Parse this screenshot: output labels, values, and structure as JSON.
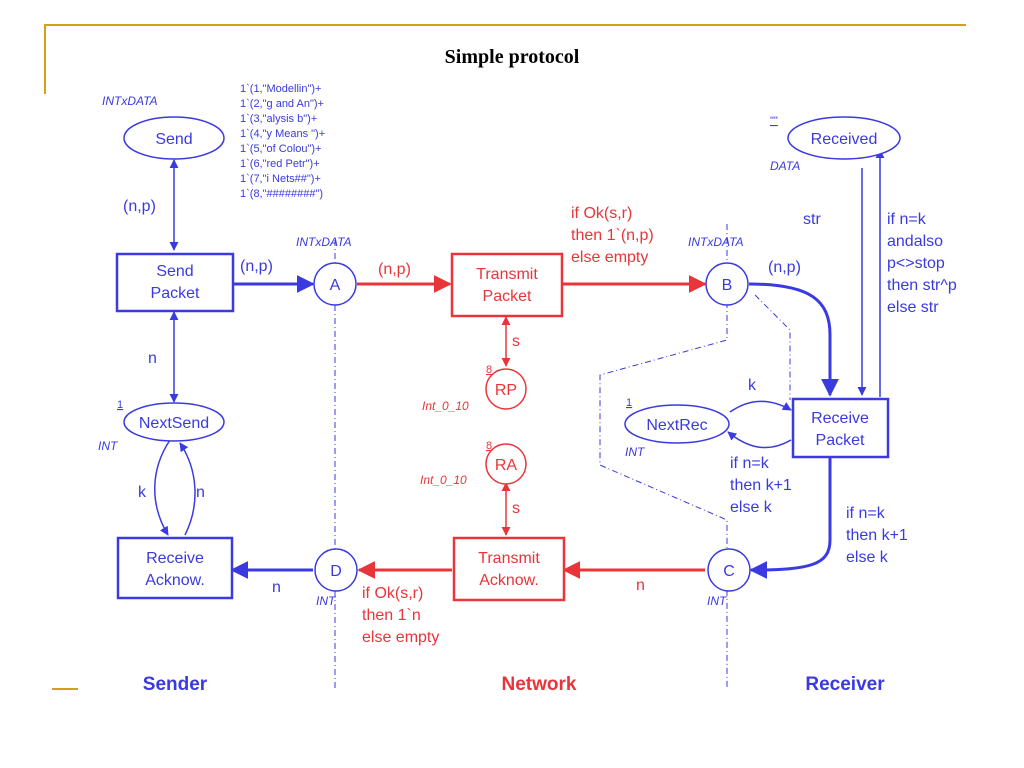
{
  "title": "Simple protocol",
  "colors": {
    "sender": "#3a3ae0",
    "network": "#e8353a",
    "frame": "#d4a017"
  },
  "places": {
    "send": "Send",
    "send_type": "INTxDATA",
    "a": "A",
    "a_type": "INTxDATA",
    "b": "B",
    "b_type": "INTxDATA",
    "c": "C",
    "c_type": "INT",
    "d": "D",
    "d_type": "INT",
    "next_send": "NextSend",
    "next_send_init": "1",
    "next_send_type": "INT",
    "received": "Received",
    "received_init": "\"\"",
    "received_type": "DATA",
    "next_rec": "NextRec",
    "next_rec_init": "1",
    "next_rec_type": "INT",
    "rp": "RP",
    "rp_init": "8",
    "rp_type": "Int_0_10",
    "ra": "RA",
    "ra_init": "8",
    "ra_type": "Int_0_10"
  },
  "transitions": {
    "send_packet": [
      "Send",
      "Packet"
    ],
    "transmit_packet": [
      "Transmit",
      "Packet"
    ],
    "receive_packet": [
      "Receive",
      "Packet"
    ],
    "transmit_acknow": [
      "Transmit",
      "Acknow."
    ],
    "receive_acknow": [
      "Receive",
      "Acknow."
    ]
  },
  "initial_marking": [
    "1`(1,\"Modellin\")+",
    "1`(2,\"g and An\")+",
    "1`(3,\"alysis b\")+",
    "1`(4,\"y Means \")+",
    "1`(5,\"of Colou\")+",
    "1`(6,\"red Petr\")+",
    "1`(7,\"i Nets##\")+",
    "1`(8,\"########\")"
  ],
  "arcs": {
    "send_np": "(n,p)",
    "sendpacket_a_np": "(n,p)",
    "a_transmit_np": "(n,p)",
    "sendpacket_n": "n",
    "nextsend_k": "k",
    "nextsend_n": "n",
    "rp_s": "s",
    "ra_s": "s",
    "transmit_packet_guard": [
      "if Ok(s,r)",
      "then 1`(n,p)",
      "else empty"
    ],
    "b_receive_np": "(n,p)",
    "received_str": "str",
    "received_update": [
      "if n=k",
      "andalso",
      "p<>stop",
      "then str^p",
      "else str"
    ],
    "nextrec_k": "k",
    "nextrec_update": [
      "if n=k",
      "then k+1",
      "else k"
    ],
    "c_update": [
      "if n=k",
      "then k+1",
      "else k"
    ],
    "c_transmit_n": "n",
    "transmit_ack_guard": [
      "if Ok(s,r)",
      "then 1`n",
      "else empty"
    ],
    "d_receive_n": "n"
  },
  "sections": {
    "sender": "Sender",
    "network": "Network",
    "receiver": "Receiver"
  }
}
